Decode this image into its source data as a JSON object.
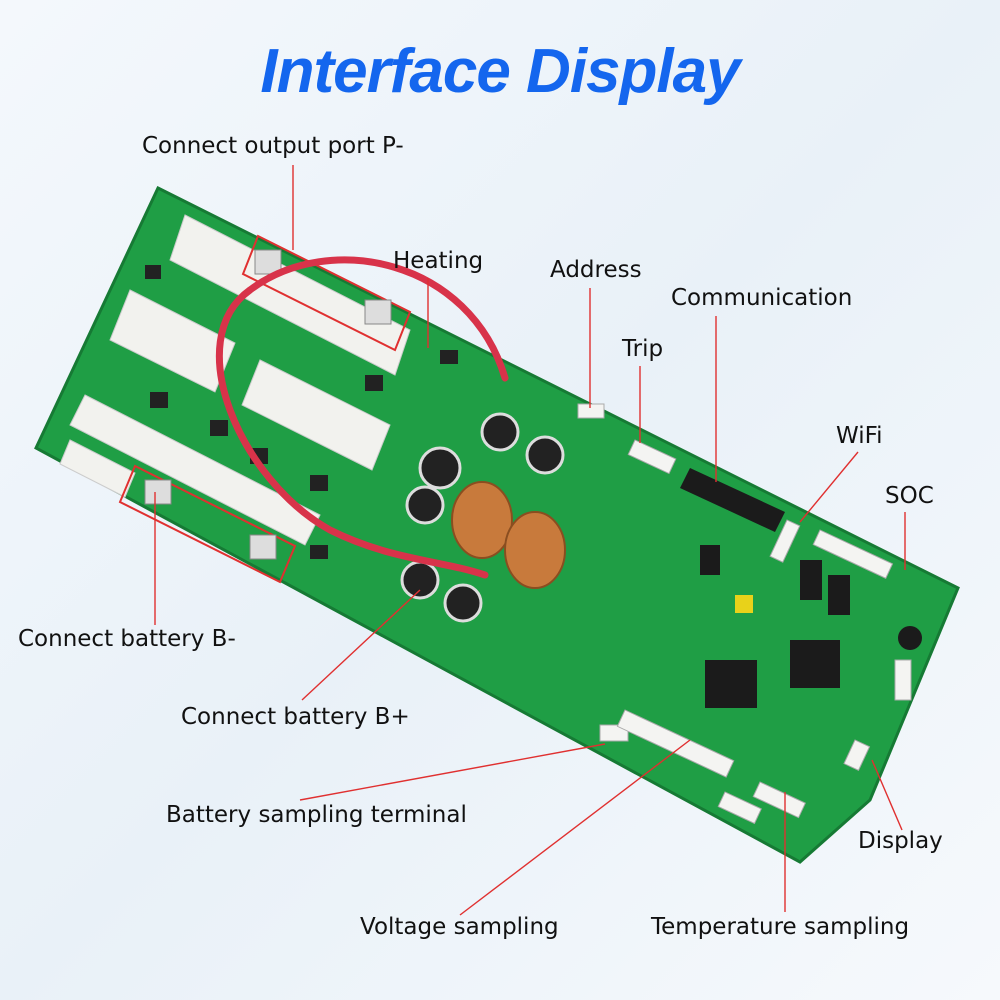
{
  "title": "Interface Display",
  "labels": {
    "output_p": "Connect output port P-",
    "heating": "Heating",
    "address": "Address",
    "communication": "Communication",
    "trip": "Trip",
    "wifi": "WiFi",
    "soc": "SOC",
    "battery_b_minus": "Connect battery B-",
    "battery_b_plus": "Connect battery B+",
    "battery_sampling": "Battery sampling terminal",
    "voltage_sampling": "Voltage sampling",
    "temperature_sampling": "Temperature sampling",
    "display": "Display"
  },
  "colors": {
    "title": "#1466ee",
    "board": "#1f9e45",
    "wire": "#d8334a",
    "leader": "#e03030"
  }
}
